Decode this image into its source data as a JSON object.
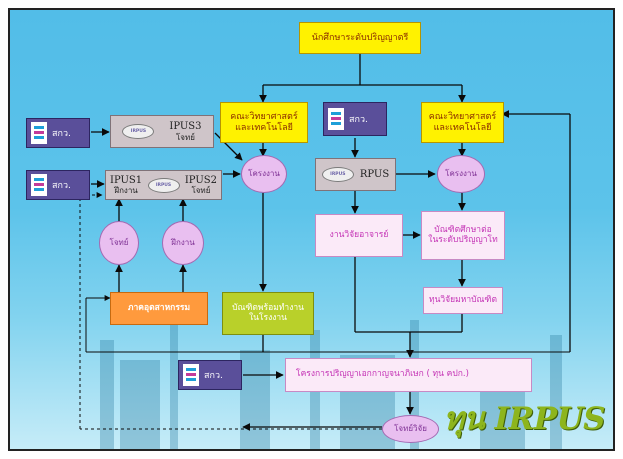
{
  "title": "นักศึกษาระดับปริญญาตรี",
  "faculty_left": "คณะวิทยาศาสตร์\nและเทคโนโลยี",
  "faculty_right": "คณะวิทยาศาสตร์\nและเทคโนโลยี",
  "funder_label": "สกว.",
  "ipus3": {
    "name": "IPUS3",
    "sub": "โจทย์"
  },
  "ipus1": {
    "name": "IPUS1",
    "sub": "ฝึกงาน"
  },
  "ipus2": {
    "name": "IPUS2",
    "sub": "โจทย์"
  },
  "logo_text": "IRPUS",
  "project_left": "โครงงาน",
  "project_right": "โครงงาน",
  "problem_ellipse": "โจทย์",
  "training_ellipse": "ฝึกงาน",
  "industry": "ภาคอุตสาหกรรม",
  "graduate_work": "บัณฑิตพร้อมทำงาน\nในโรงงาน",
  "rpus": "RPUS",
  "research_prof": "งานวิจัยอาจารย์",
  "grad_continue": "บัณฑิตศึกษาต่อ\nในระดับปริญญาโท",
  "grad_fund": "ทุนวิจัยมหาบัณฑิต",
  "master_program": "โครงการปริญญาเอกกาญจนาภิเษก ( ทุน คปก.)",
  "research_problem": "โจทย์วิจัย",
  "brand": "ทุน IRPUS",
  "colors": {
    "sky": "#52bde8",
    "yellow_box": "#fff200",
    "pink_box": "#fbeaf8",
    "ellipse": "#e9bff0",
    "industry": "#ff9a3d",
    "graduate": "#b9d02a",
    "funder": "#5a4f9a",
    "brand": "#8db51d"
  }
}
